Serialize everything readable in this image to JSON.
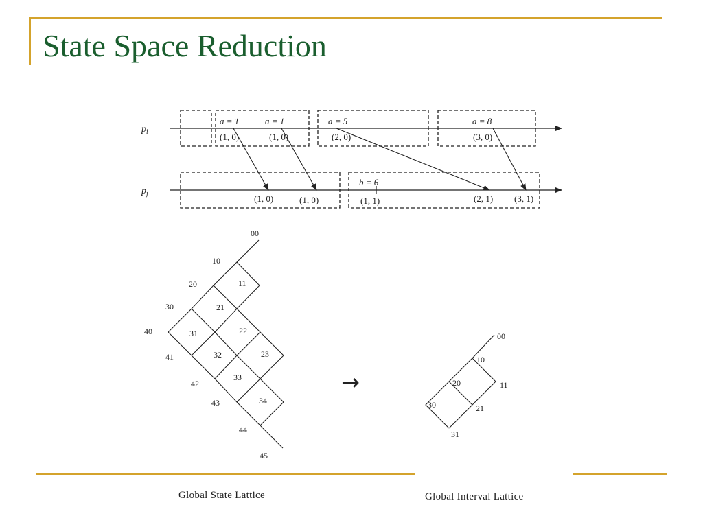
{
  "slide": {
    "title": "State Space Reduction",
    "accent_color": "#d4a32c",
    "title_color": "#1a5e2e"
  },
  "timeline": {
    "processes": [
      {
        "id": "pi",
        "label": "p_i",
        "base": "p",
        "sub": "i"
      },
      {
        "id": "pj",
        "label": "p_j",
        "base": "p",
        "sub": "j"
      }
    ],
    "events": [
      {
        "id": "pi1",
        "process": "pi",
        "var": "a = 1",
        "clock": "(1, 0)"
      },
      {
        "id": "pi2",
        "process": "pi",
        "var": "a = 1",
        "clock": "(1, 0)"
      },
      {
        "id": "pi3",
        "process": "pi",
        "var": "a = 5",
        "clock": "(2, 0)"
      },
      {
        "id": "pi4",
        "process": "pi",
        "var": "a = 8",
        "clock": "(3, 0)"
      },
      {
        "id": "pj1",
        "process": "pj",
        "var": "",
        "clock": "(1, 0)"
      },
      {
        "id": "pj2",
        "process": "pj",
        "var": "",
        "clock": "(1, 0)"
      },
      {
        "id": "pj3",
        "process": "pj",
        "var": "b = 6",
        "clock": "(1, 1)"
      },
      {
        "id": "pj4",
        "process": "pj",
        "var": "",
        "clock": "(2, 1)"
      },
      {
        "id": "pj5",
        "process": "pj",
        "var": "",
        "clock": "(3, 1)"
      }
    ],
    "messages": [
      {
        "from": "pi1",
        "to": "pj1"
      },
      {
        "from": "pi2",
        "to": "pj2"
      },
      {
        "from": "pi3",
        "to": "pj4"
      },
      {
        "from": "pi4",
        "to": "pj5"
      }
    ]
  },
  "state_lattice": {
    "caption": "Global State Lattice",
    "nodes": [
      "00",
      "10",
      "11",
      "20",
      "21",
      "22",
      "30",
      "31",
      "32",
      "33",
      "23",
      "34",
      "40",
      "41",
      "42",
      "43",
      "44",
      "45"
    ]
  },
  "interval_lattice": {
    "caption": "Global Interval Lattice",
    "nodes": [
      "00",
      "10",
      "11",
      "20",
      "21",
      "30",
      "31"
    ]
  },
  "transform_arrow": "→"
}
